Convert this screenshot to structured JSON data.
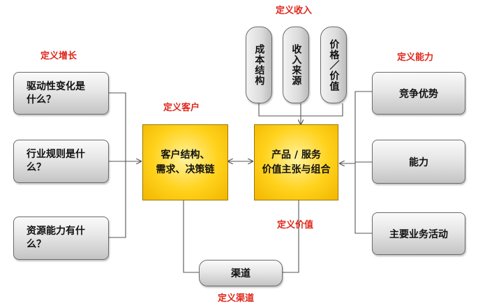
{
  "labels": {
    "define_growth": "定义增长",
    "define_revenue": "定义收入",
    "define_capability": "定义能力",
    "define_customer": "定义客户",
    "define_value": "定义价值",
    "define_channel": "定义渠道"
  },
  "left_boxes": [
    "驱动性变化是\n什么？",
    "行业规则是什\n么？",
    "资源能力有什\n么？"
  ],
  "top_boxes": [
    "成本结构",
    "收入来源",
    "价格／价值"
  ],
  "right_boxes": [
    "竞争优势",
    "能力",
    "主要业务活动"
  ],
  "customer_box": "客户结构、\n需求、决策链",
  "product_box": "产品 / 服务\n价值主张与组合",
  "channel_box": "渠道",
  "colors": {
    "label_red": "#e0261b",
    "yellow": "#ffd21c",
    "gray": "#d6d6d6",
    "line": "#555555"
  }
}
